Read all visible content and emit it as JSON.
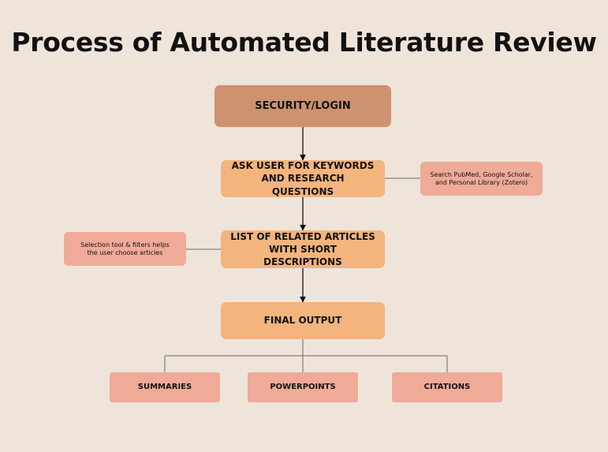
{
  "title": "Process of Automated Literature Review",
  "nodes": {
    "login": "SECURITY/LOGIN",
    "keywords": "ASK USER FOR KEYWORDS AND RESEARCH QUESTIONS",
    "related": "LIST OF RELATED ARTICLES WITH SHORT DESCRIPTIONS",
    "final": "FINAL OUTPUT"
  },
  "notes": {
    "search": "Search PubMed, Google Scholar, and Personal Library (Zotero)",
    "selection": "Selection tool & filters helps the user choose articles"
  },
  "outputs": [
    "SUMMARIES",
    "POWERPOINTS",
    "CITATIONS"
  ]
}
